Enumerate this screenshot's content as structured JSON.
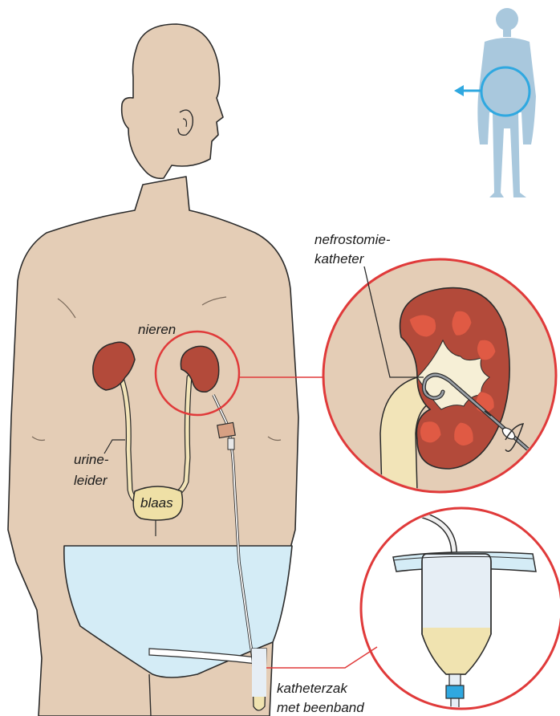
{
  "labels": {
    "kidneys": "nieren",
    "ureter_line1": "urine-",
    "ureter_line2": "leider",
    "bladder": "blaas",
    "nephrostomy_line1": "nefrostomie-",
    "nephrostomy_line2": "katheter",
    "bag_line1": "katheterzak",
    "bag_line2": "met beenband"
  },
  "colors": {
    "skin": "#e4cdb6",
    "outline": "#2b2b2b",
    "kidney": "#b34a3a",
    "kidney_inner": "#e05a44",
    "ureter": "#f2e4b8",
    "bladder": "#efe0a6",
    "underwear": "#d4ecf6",
    "callout_circle": "#e03a3a",
    "orientation_figure": "#a9c8dd",
    "orientation_ring": "#2fa8e0",
    "urine": "#f0e3b0",
    "bag": "#e6eef5"
  },
  "icons": {
    "orientation": "human-figure-icon",
    "direction": "arrow-left-icon"
  }
}
